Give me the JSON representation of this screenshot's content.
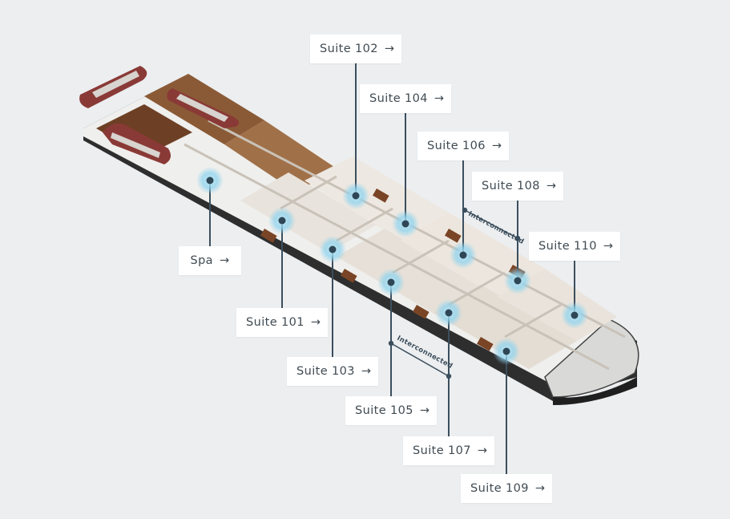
{
  "colors": {
    "background": "#eceef0",
    "leader_line": "#3b4f5e",
    "marker_glow": "#8ed3ee",
    "marker_dot": "#2f4656",
    "label_bg": "#ffffff",
    "label_text": "#3f4a52"
  },
  "arrow_glyph": "→",
  "rooms": [
    {
      "id": "spa",
      "label": "Spa"
    },
    {
      "id": "suite-101",
      "label": "Suite 101"
    },
    {
      "id": "suite-102",
      "label": "Suite 102"
    },
    {
      "id": "suite-103",
      "label": "Suite 103"
    },
    {
      "id": "suite-104",
      "label": "Suite 104"
    },
    {
      "id": "suite-105",
      "label": "Suite 105"
    },
    {
      "id": "suite-106",
      "label": "Suite 106"
    },
    {
      "id": "suite-107",
      "label": "Suite 107"
    },
    {
      "id": "suite-108",
      "label": "Suite 108"
    },
    {
      "id": "suite-109",
      "label": "Suite 109"
    },
    {
      "id": "suite-110",
      "label": "Suite 110"
    }
  ],
  "interconnected": [
    {
      "label": "Interconnected",
      "between": [
        "suite-106",
        "suite-108"
      ]
    },
    {
      "label": "Interconnected",
      "between": [
        "suite-105",
        "suite-107"
      ]
    }
  ]
}
